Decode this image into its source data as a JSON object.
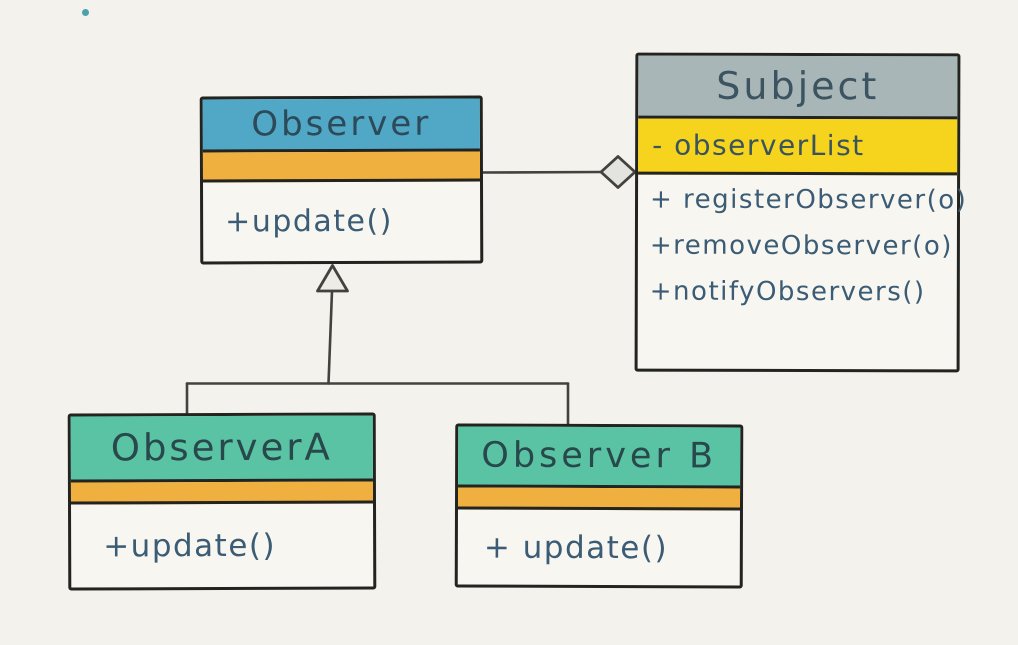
{
  "diagram_title": "Observer pattern UML class diagram (hand-drawn style)",
  "palette": {
    "background": "#f4f2ec",
    "outline": "#23231f",
    "connector": "#42423e",
    "observer_header_blue": "#51a7c6",
    "subject_header_gray": "#a8b6b8",
    "concrete_header_green": "#59c3a3",
    "attribute_strip_orange": "#f0b03f",
    "attribute_strip_yellow": "#f6d41e",
    "ink_text": "#3b5c74",
    "diamond_fill": "#e3e3df",
    "triangle_fill": "#edece6",
    "stray_dot": "#4aa2ad"
  },
  "classes": {
    "observer": {
      "name": "Observer",
      "attributes_text": "",
      "methods": [
        "+update()"
      ]
    },
    "subject": {
      "name": "Subject",
      "attributes_text": "- observerList",
      "methods": [
        "+ registerObserver(o)",
        "+removeObserver(o)",
        "+notifyObservers()"
      ]
    },
    "observer_a": {
      "name": "ObserverA",
      "attributes_text": "",
      "methods": [
        "+update()"
      ]
    },
    "observer_b": {
      "name": "Observer B",
      "attributes_text": "",
      "methods": [
        "+ update()"
      ]
    }
  },
  "relationships": [
    {
      "type": "aggregation",
      "from": "Observer",
      "to": "Subject",
      "marker": "hollow-diamond"
    },
    {
      "type": "inheritance",
      "from": "ObserverA",
      "to": "Observer",
      "marker": "hollow-triangle"
    },
    {
      "type": "inheritance",
      "from": "Observer B",
      "to": "Observer",
      "marker": "hollow-triangle"
    }
  ]
}
